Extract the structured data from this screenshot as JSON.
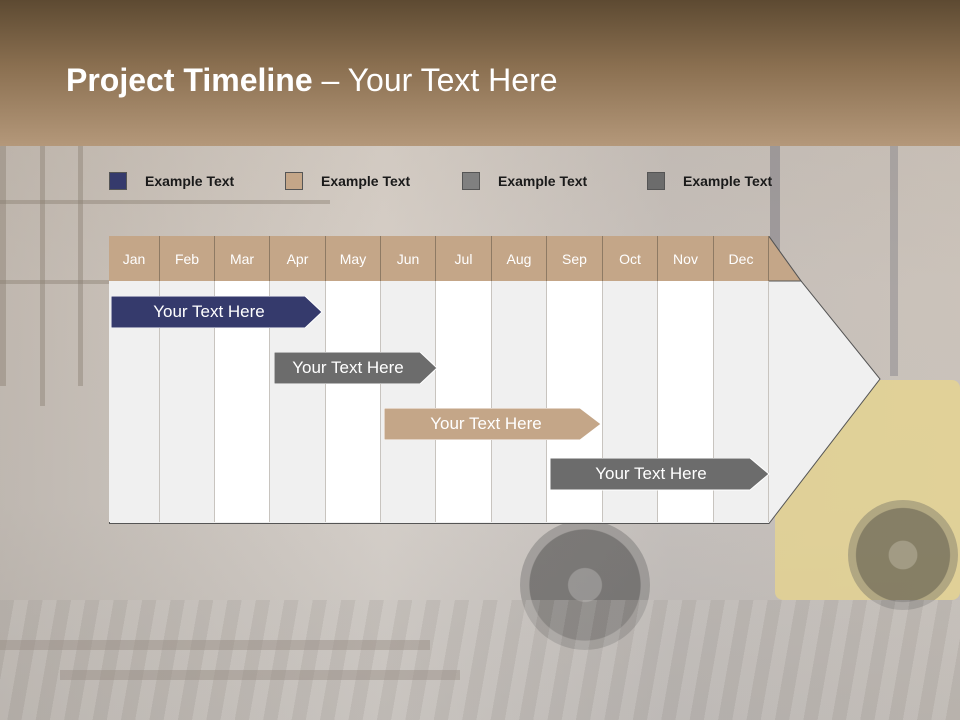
{
  "slide": {
    "title_bold": "Project Timeline",
    "title_rest": " – Your Text Here"
  },
  "legend": [
    {
      "label": "Example Text",
      "color": "#353a6c"
    },
    {
      "label": "Example Text",
      "color": "#c4a688"
    },
    {
      "label": "Example Text",
      "color": "#808080"
    },
    {
      "label": "Example Text",
      "color": "#6c6c6c"
    }
  ],
  "timeline": {
    "months": [
      "Jan",
      "Feb",
      "Mar",
      "Apr",
      "May",
      "Jun",
      "Jul",
      "Aug",
      "Sep",
      "Oct",
      "Nov",
      "Dec"
    ],
    "tasks": [
      {
        "label": "Your  Text Here",
        "color": "#353a6c"
      },
      {
        "label": "Your  Text Here",
        "color": "#6c6c6c"
      },
      {
        "label": "Your  Text Here",
        "color": "#c4a688"
      },
      {
        "label": "Your  Text Here",
        "color": "#6c6c6c"
      }
    ]
  }
}
